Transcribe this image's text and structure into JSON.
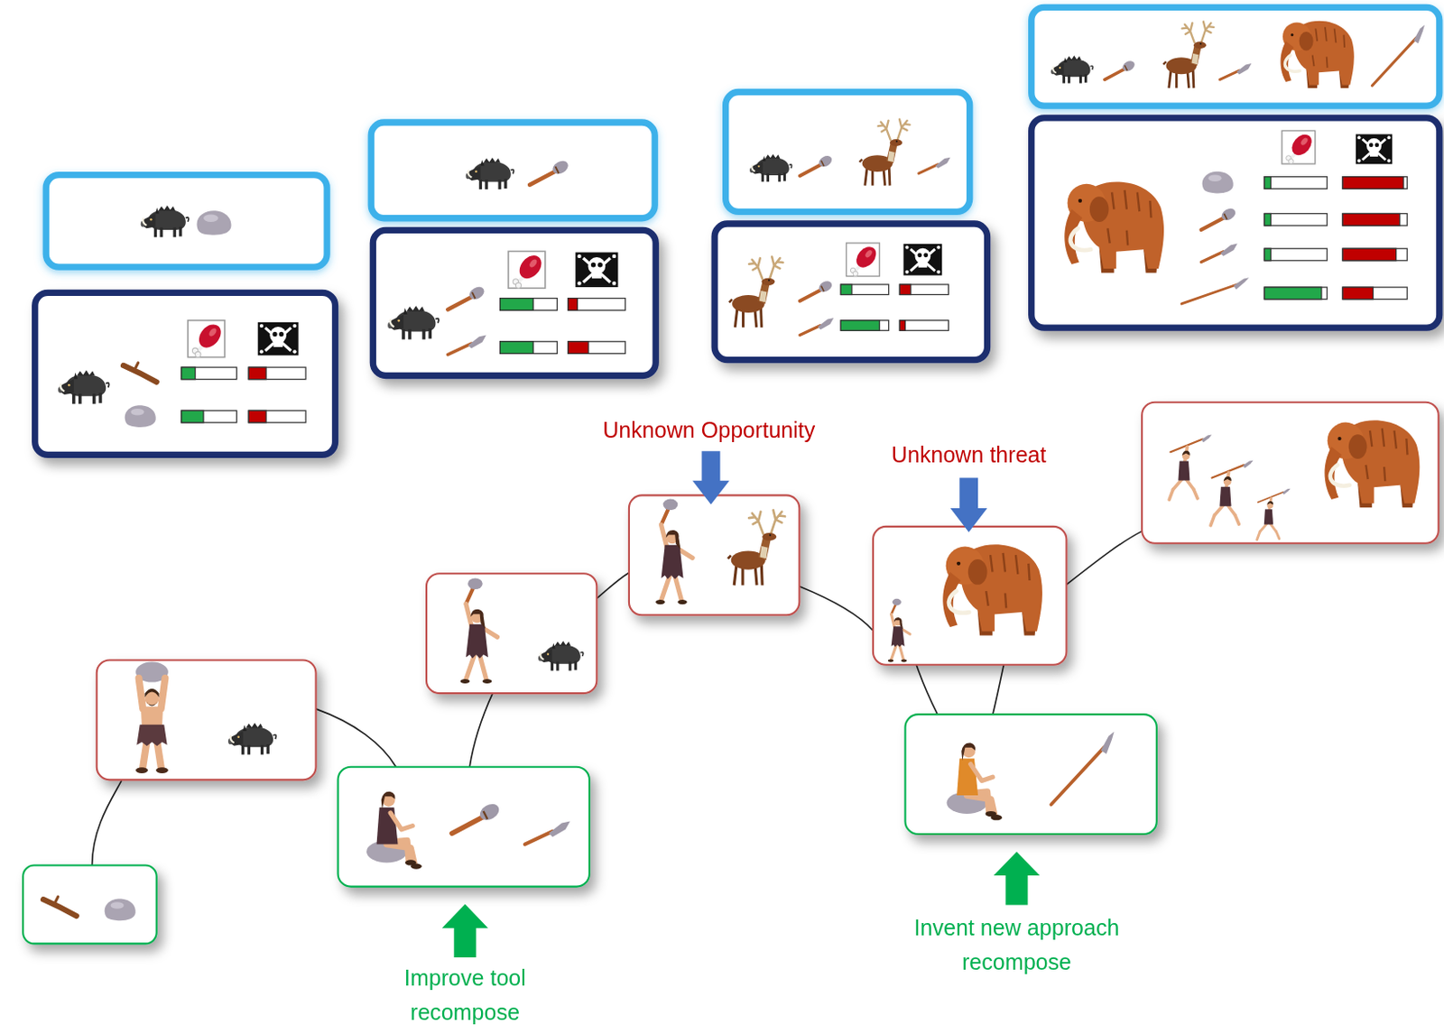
{
  "diagram": {
    "labels": [
      "Unknown Opportunity",
      "Unknown threat",
      "Improve tool recompose",
      "Invent new approach recompose"
    ]
  }
}
